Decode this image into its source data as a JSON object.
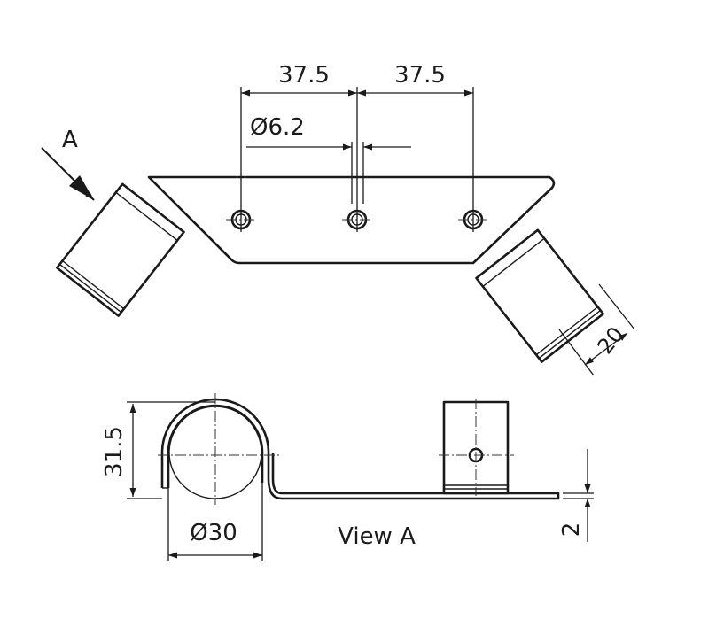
{
  "view_label": "A",
  "view_title": "View A",
  "dimensions": {
    "hole_spacing_left": "37.5",
    "hole_spacing_right": "37.5",
    "hole_diameter": "Ø6.2",
    "clip_width": "20",
    "clip_height": "31.5",
    "clip_diameter": "Ø30",
    "plate_thickness": "2"
  },
  "colors": {
    "line": "#1a1a1a",
    "background": "#ffffff"
  }
}
